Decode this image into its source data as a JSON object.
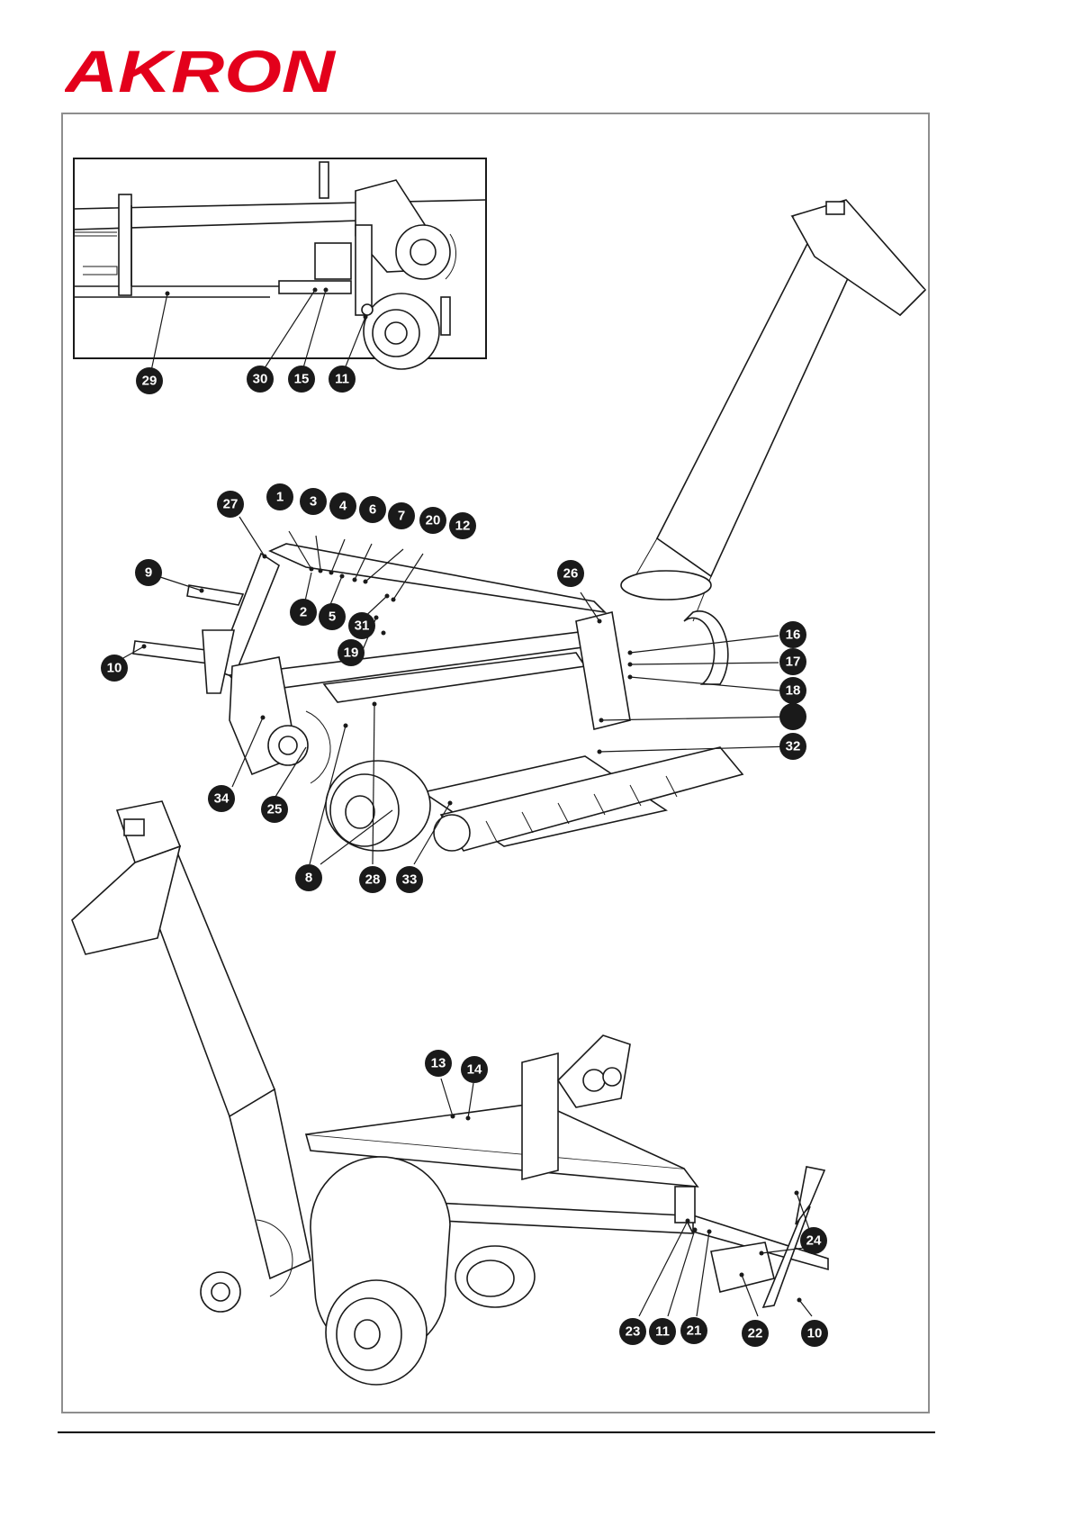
{
  "brand": {
    "name": "AKRON",
    "color": "#e3001b"
  },
  "callouts": {
    "detail_view": [
      "29",
      "30",
      "15",
      "11"
    ],
    "front_view": [
      "27",
      "1",
      "3",
      "4",
      "6",
      "7",
      "20",
      "12",
      "9",
      "2",
      "5",
      "31",
      "19",
      "10",
      "26",
      "16",
      "17",
      "18",
      "",
      "32",
      "34",
      "25",
      "8",
      "28",
      "33"
    ],
    "rear_view": [
      "13",
      "14",
      "24",
      "23",
      "11",
      "21",
      "22",
      "10"
    ]
  },
  "icons": {
    "logo": "akron-logo",
    "frame": "diagram-frame"
  }
}
